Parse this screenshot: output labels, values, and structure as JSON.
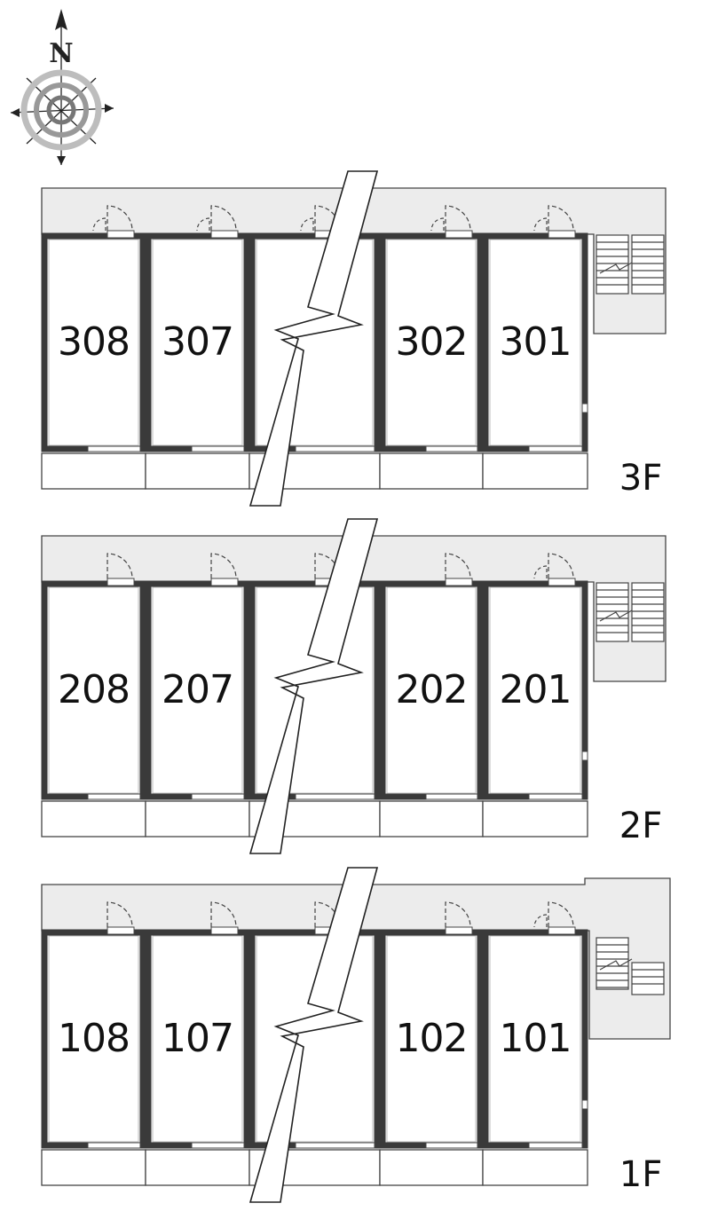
{
  "compass": {
    "north_label": "N",
    "icon": "compass-rose-icon"
  },
  "colors": {
    "corridor": "#ececec",
    "wall": "#3a3a3a",
    "line": "#444444",
    "unit_fill": "#ffffff"
  },
  "floors": [
    {
      "id": "3f",
      "label": "3F",
      "rooms": [
        "308",
        "307",
        "",
        "302",
        "301"
      ],
      "double_door_rooms": [
        0,
        1,
        2,
        3,
        4
      ],
      "stair": "right"
    },
    {
      "id": "2f",
      "label": "2F",
      "rooms": [
        "208",
        "207",
        "",
        "202",
        "201"
      ],
      "double_door_rooms": [
        4
      ],
      "stair": "right"
    },
    {
      "id": "1f",
      "label": "1F",
      "rooms": [
        "108",
        "107",
        "",
        "102",
        "101"
      ],
      "double_door_rooms": [
        4
      ],
      "stair": "landing"
    }
  ]
}
